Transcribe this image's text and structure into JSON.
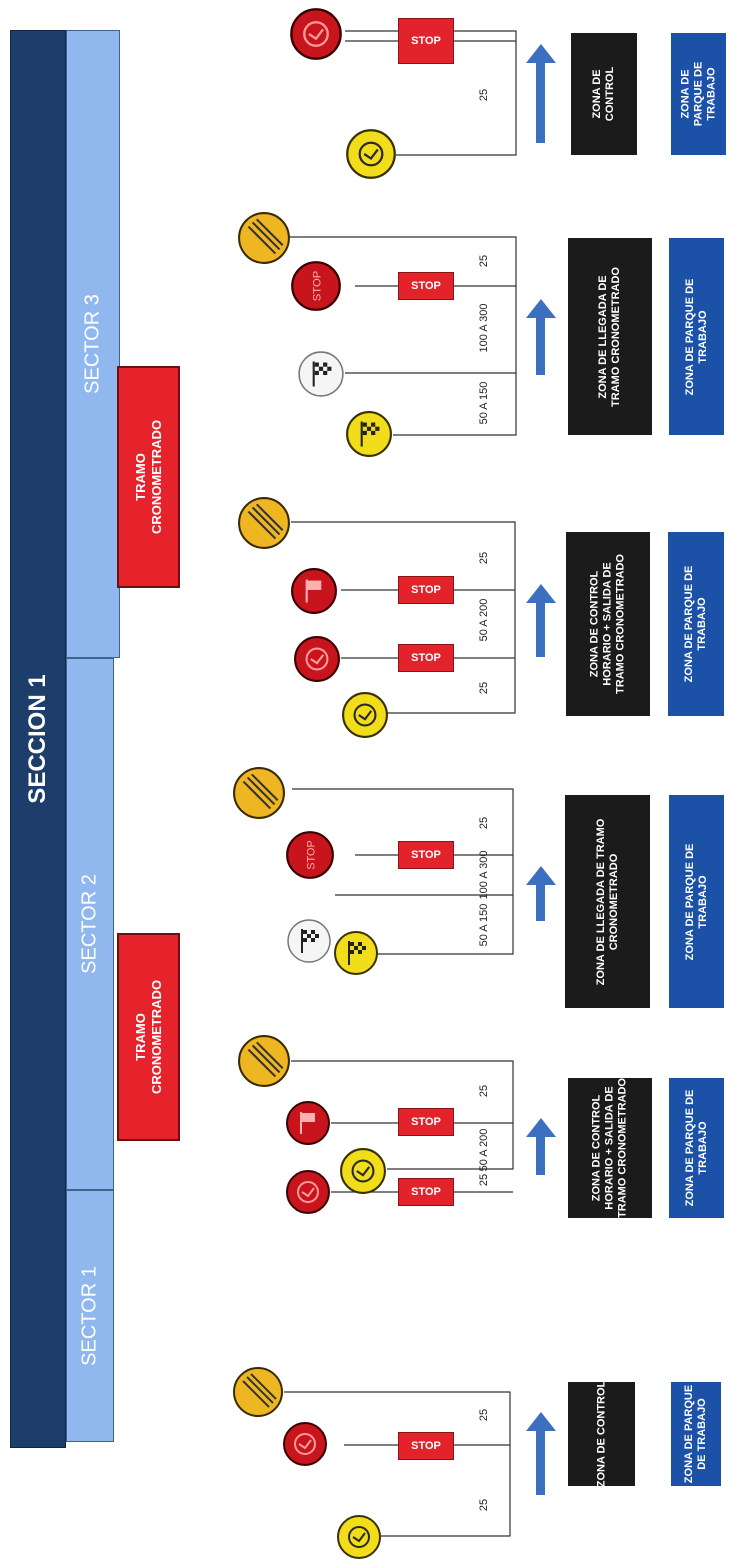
{
  "section": {
    "label": "SECCION 1"
  },
  "sectors": [
    {
      "label": "SECTOR 1"
    },
    {
      "label": "SECTOR 2"
    },
    {
      "label": "SECTOR 3"
    }
  ],
  "tramos": [
    {
      "label_line1": "TRAMO",
      "label_line2": "CRONOMETRADO"
    },
    {
      "label_line1": "TRAMO",
      "label_line2": "CRONOMETRADO"
    }
  ],
  "stop_label": "STOP",
  "groups": [
    {
      "zone_lines": [
        "ZONA DE CONTROL"
      ],
      "park_lines": [
        "ZONA DE PARQUE",
        "DE TRABAJO"
      ],
      "distances": [
        "25",
        "25"
      ],
      "signs": [
        "clock-yellow",
        "clock-red",
        "end-zone"
      ]
    },
    {
      "zone_lines": [
        "ZONA DE CONTROL",
        "HORARIO + SALIDA DE",
        "TRAMO CRONOMETRADO"
      ],
      "park_lines": [
        "ZONA DE PARQUE DE",
        "TRABAJO"
      ],
      "distances": [
        "25",
        "50 A 200",
        "25"
      ],
      "signs": [
        "clock-yellow",
        "clock-red",
        "flag-red",
        "end-zone"
      ]
    },
    {
      "zone_lines": [
        "ZONA DE LLEGADA DE TRAMO",
        "CRONOMETRADO"
      ],
      "park_lines": [
        "ZONA DE PARQUE DE",
        "TRABAJO"
      ],
      "distances": [
        "50 A 150",
        "100 A 300",
        "25"
      ],
      "signs": [
        "checkered-yellow",
        "checkered-white",
        "stop-red",
        "end-zone"
      ]
    },
    {
      "zone_lines": [
        "ZONA DE CONTROL",
        "HORARIO + SALIDA DE",
        "TRAMO CRONOMETRADO"
      ],
      "park_lines": [
        "ZONA DE PARQUE DE",
        "TRABAJO"
      ],
      "distances": [
        "25",
        "50 A 200",
        "25"
      ],
      "signs": [
        "clock-yellow",
        "clock-red",
        "flag-red",
        "end-zone"
      ]
    },
    {
      "zone_lines": [
        "ZONA DE LLEGADA DE",
        "TRAMO CRONOMETRADO"
      ],
      "park_lines": [
        "ZONA DE PARQUE DE",
        "TRABAJO"
      ],
      "distances": [
        "50 A 150",
        "100 A 300",
        "25"
      ],
      "signs": [
        "checkered-yellow",
        "checkered-white",
        "stop-red",
        "end-zone"
      ]
    },
    {
      "zone_lines": [
        "ZONA DE",
        "CONTROL"
      ],
      "park_lines": [
        "ZONA DE",
        "PARQUE DE",
        "TRABAJO"
      ],
      "distances": [
        "25"
      ],
      "signs": [
        "clock-yellow",
        "clock-red"
      ]
    }
  ],
  "colors": {
    "section": "#1d3e6a",
    "sector": "#90b8ee",
    "tramo": "#e6232b",
    "zone": "#1b1b1b",
    "park": "#1b51a6",
    "arrow": "#3d6fc0",
    "sign_yellow": "#f1dd1a",
    "sign_red": "#c8141c",
    "sign_end": "#eeb622"
  }
}
